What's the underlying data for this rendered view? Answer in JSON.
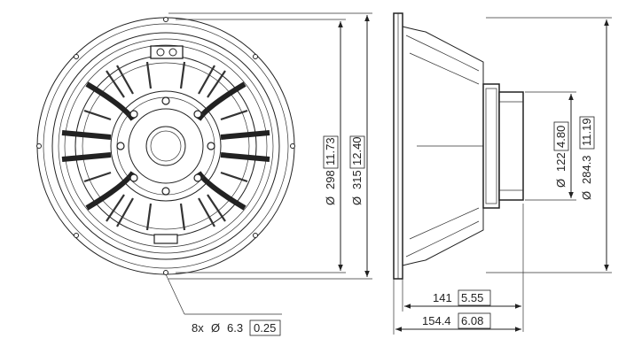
{
  "front_view": {
    "bolt_note": {
      "count": "8x",
      "phi": "Ø",
      "metric": "6.3",
      "imperial": "0.25"
    }
  },
  "dimensions": {
    "d298": {
      "phi": "Ø",
      "metric": "298",
      "imperial": "11.73"
    },
    "d315": {
      "phi": "Ø",
      "metric": "315",
      "imperial": "12.40"
    },
    "d122": {
      "phi": "Ø",
      "metric": "122",
      "imperial": "4.80"
    },
    "d284": {
      "phi": "Ø",
      "metric": "284.3",
      "imperial": "11.19"
    },
    "depth141": {
      "metric": "141",
      "imperial": "5.55"
    },
    "depth154": {
      "metric": "154.4",
      "imperial": "6.08"
    }
  }
}
